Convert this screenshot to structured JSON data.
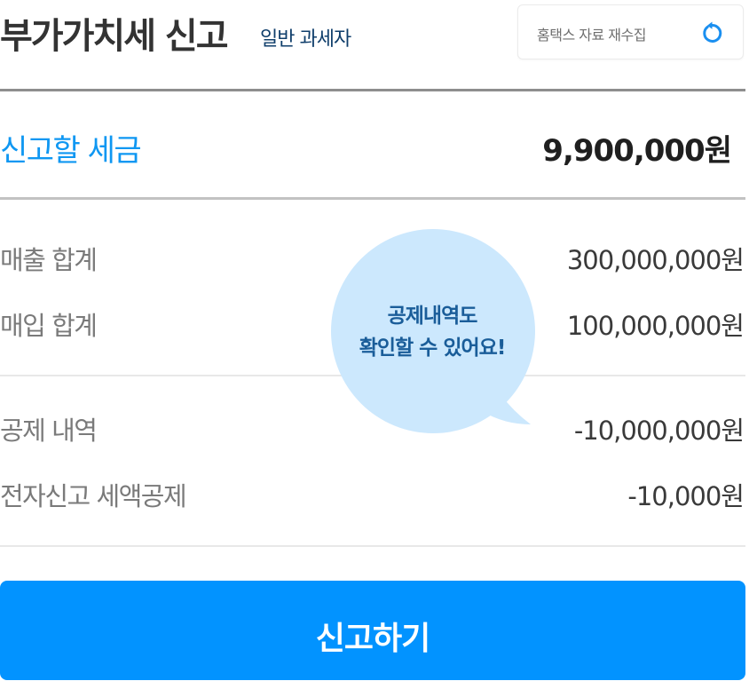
{
  "header": {
    "title": "부가가치세 신고",
    "subtitle": "일반 과세자",
    "refresh_button": {
      "label": "홈택스 자료 재수집",
      "icon": "refresh-icon"
    }
  },
  "summary": {
    "tax_label": "신고할 세금",
    "tax_value": "9,900,000원"
  },
  "totals": [
    {
      "label": "매출 합계",
      "value": "300,000,000원"
    },
    {
      "label": "매입 합계",
      "value": "100,000,000원"
    }
  ],
  "deductions": [
    {
      "label": "공제 내역",
      "value": "-10,000,000원"
    },
    {
      "label": "전자신고 세액공제",
      "value": "-10,000원"
    }
  ],
  "tooltip": {
    "line1": "공제내역도",
    "line2": "확인할 수 있어요!"
  },
  "submit_button": {
    "label": "신고하기"
  },
  "colors": {
    "accent": "#0293ff",
    "tax_label": "#0f97f2",
    "bubble": "#cce8fd",
    "bubble_text": "#1a5d99",
    "subtitle": "#0f3e6b"
  }
}
